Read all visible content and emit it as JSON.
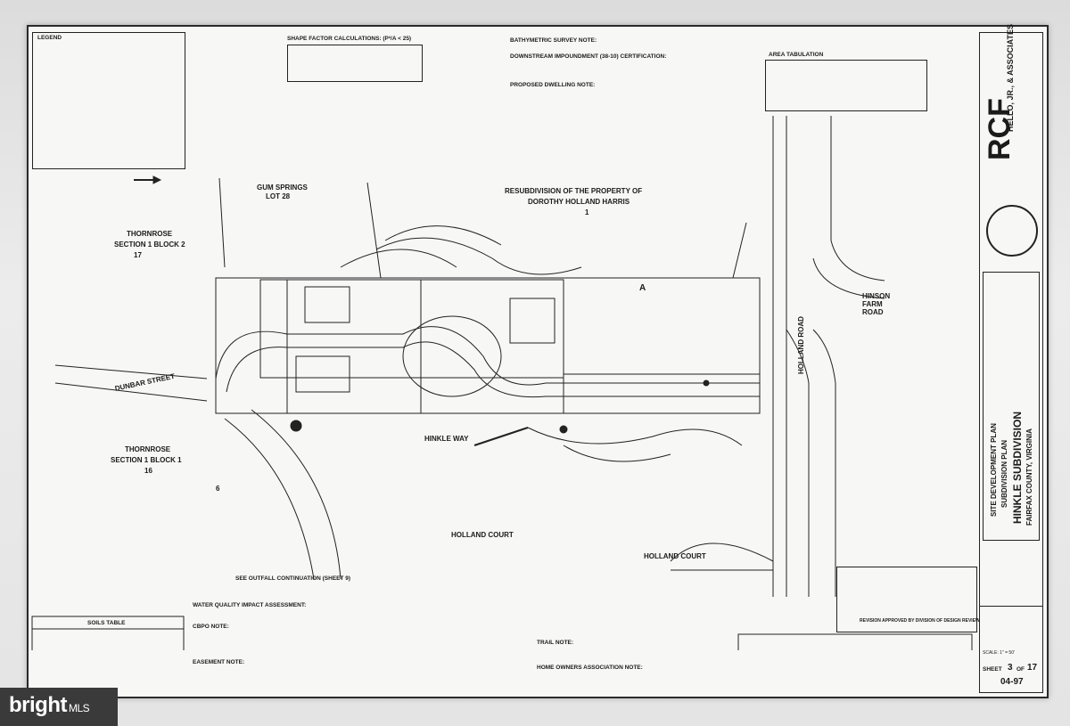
{
  "sheet": {
    "legend_title": "LEGEND",
    "shape_factor": "SHAPE FACTOR CALCULATIONS: (P²/A < 25)",
    "bathymetric": "BATHYMETRIC SURVEY NOTE:",
    "downstream": "DOWNSTREAM IMPOUNDMENT (38-10) CERTIFICATION:",
    "proposed_dwelling": "PROPOSED DWELLING NOTE:",
    "area_tabulation": "AREA TABULATION",
    "gum_springs": "GUM SPRINGS",
    "lot_28": "LOT 28",
    "resubdivision": "RESUBDIVISION OF THE PROPERTY OF",
    "dorothy": "DOROTHY HOLLAND HARRIS",
    "thornrose_top": "THORNROSE",
    "thornrose_top_section": "SECTION 1 BLOCK 2",
    "thornrose_bottom": "THORNROSE",
    "thornrose_bottom_section": "SECTION 1 BLOCK 1",
    "dunbar": "DUNBAR STREET",
    "hinkle_way": "HINKLE WAY",
    "holland_court": "HOLLAND COURT",
    "holland_court_2": "HOLLAND COURT",
    "holland_road": "HOLLAND ROAD",
    "hinson_farm": "HINSON FARM ROAD",
    "outfall": "SEE OUTFALL CONTINUATION (SHEET 9)",
    "water_quality": "WATER QUALITY IMPACT ASSESSMENT:",
    "cbpo": "CBPO NOTE:",
    "easement": "EASEMENT NOTE:",
    "soils_table": "SOILS TABLE",
    "trail": "TRAIL NOTE:",
    "hoa": "HOME OWNERS ASSOCIATION NOTE:",
    "revision": "REVISION APPROVED BY DIVISION OF DESIGN REVIEW",
    "title_site": "SITE DEVELOPMENT PLAN",
    "title_sub": "SUBDIVISION PLAN",
    "title_main": "HINKLE SUBDIVISION",
    "title_county": "FAIRFAX COUNTY, VIRGINIA",
    "firm_logo": "RCF",
    "firm_name": "HELLO, JR., & ASSOCIATES",
    "scale": "SCALE: 1\" = 50'",
    "sheet_label": "SHEET",
    "sheet_num": "3",
    "sheet_of": "OF",
    "sheet_total": "17",
    "file": "04-97",
    "lot_a": "A",
    "lot_17": "17",
    "lot_16": "16",
    "lot_1": "1",
    "lot_6": "6"
  },
  "watermark": {
    "brand": "bright",
    "suffix": "MLS"
  }
}
